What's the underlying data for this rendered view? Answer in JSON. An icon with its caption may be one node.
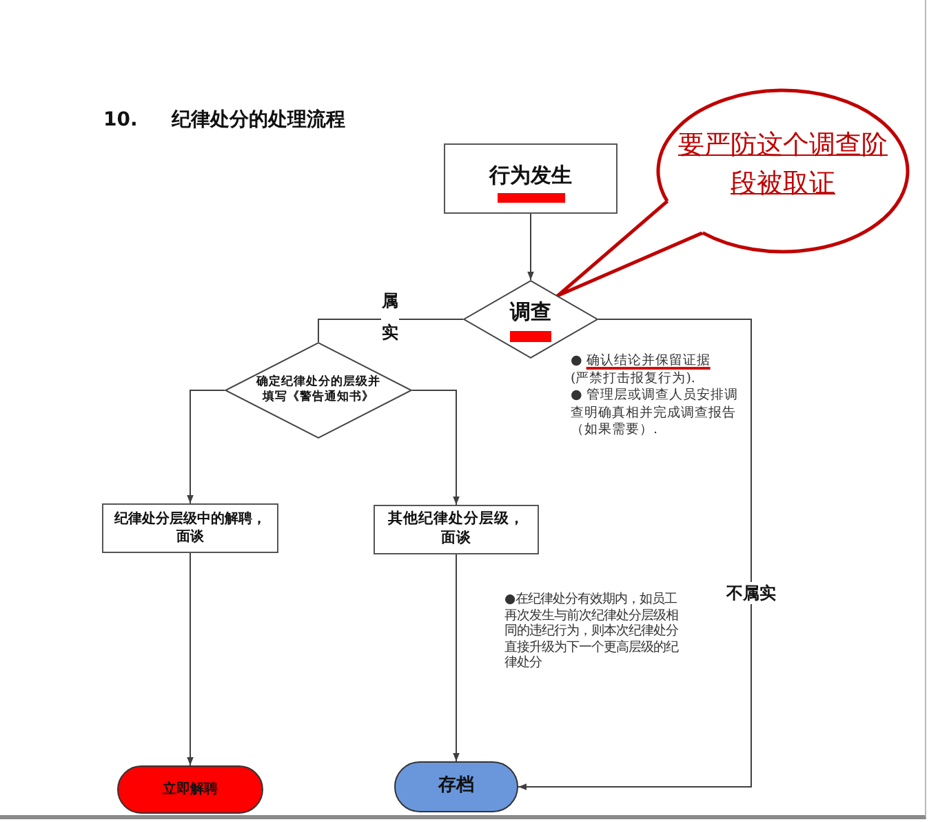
{
  "diagram": {
    "title": "10. 纪律处分的处理流程",
    "nodes": [
      {
        "text": [
          "行为发生"
        ]
      },
      {
        "text": [
          "调查"
        ]
      },
      {
        "text": [
          "确定纪律处分的层级并填写《警告通知书》"
        ]
      },
      {
        "text": [
          "纪律处分层级中的解聘，面谈"
        ]
      },
      {
        "text": [
          "其他纪律处分层级，面谈"
        ]
      },
      {
        "text": [
          "立即解聘"
        ]
      },
      {
        "text": [
          "存档"
        ]
      },
      {
        "text": [
          "要严防这个调查阶段被取证"
        ]
      }
    ],
    "edges": [
      {
        "from": 0,
        "to": 1,
        "arrow": "to"
      },
      {
        "from": 1,
        "to": 2,
        "arrow": "none",
        "label": "属实"
      },
      {
        "from": 2,
        "to": 3,
        "arrow": "to"
      },
      {
        "from": 2,
        "to": 4,
        "arrow": "to"
      },
      {
        "from": 3,
        "to": 5,
        "arrow": "to"
      },
      {
        "from": 4,
        "to": 6,
        "arrow": "to"
      },
      {
        "from": 1,
        "to": 6,
        "arrow": "to",
        "label": "不属实"
      },
      {
        "from": 7,
        "to": 1,
        "arrow": "none",
        "style": "thick",
        "color": "#c00000"
      }
    ],
    "labels": [
      "● 确认结论并保留证据(严禁打击报复行为).",
      "● 管理层或调查人员安排调查明确真相并完成调查报告（如果需要）.",
      "●在纪律处分有效期内，如员工再次发生与前次纪律处分层级相同的违纪行为，则本次纪律处分直接升级为下一个更高层级的纪律处分"
    ]
  }
}
